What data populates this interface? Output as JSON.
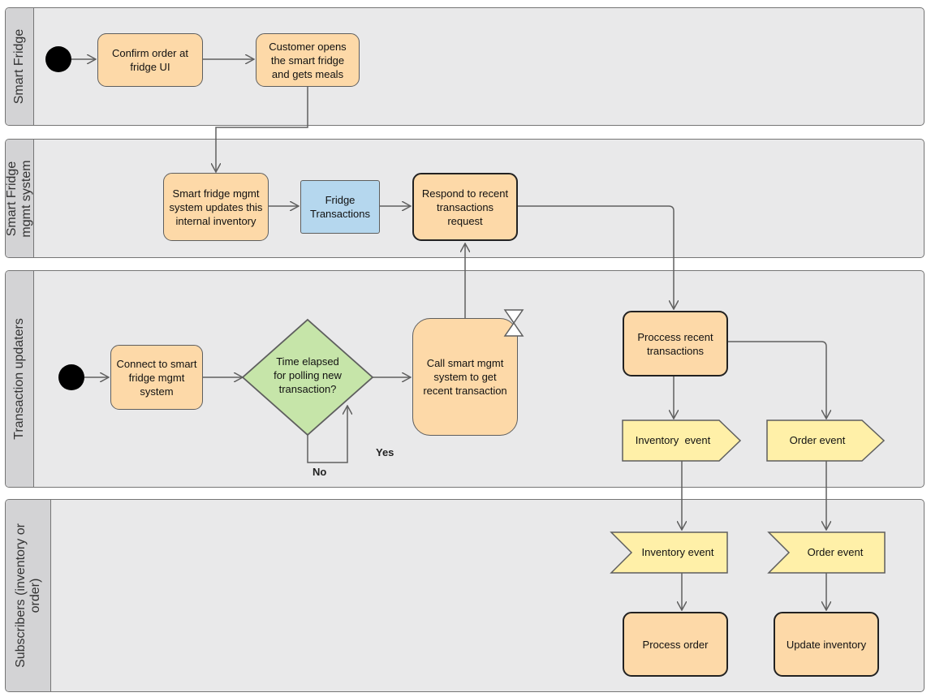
{
  "lanes": [
    {
      "id": "smart-fridge",
      "label": "Smart Fridge"
    },
    {
      "id": "mgmt-system",
      "label_lines": [
        "Smart Fridge",
        "mgmt system"
      ]
    },
    {
      "id": "transaction-updaters",
      "label": "Transaction updaters"
    },
    {
      "id": "subscribers",
      "label_lines": [
        "Subscribers (inventory or",
        "order)"
      ]
    }
  ],
  "nodes": {
    "confirm_order": "Confirm order at fridge UI",
    "customer_opens": "Customer opens the smart fridge and gets meals",
    "mgmt_updates": "Smart fridge mgmt system updates this internal inventory",
    "fridge_transactions": "Fridge Transactions",
    "respond_request": "Respond to recent transactions request",
    "connect": "Connect to smart fridge mgmt system",
    "decision": [
      "Time elapsed",
      "for polling new",
      "transaction?"
    ],
    "call_system": "Call smart mgmt system to get recent transaction",
    "process_recent": "Proccess recent transactions",
    "send_inventory": "Inventory  event",
    "send_order": "Order event",
    "recv_inventory": "Inventory event",
    "recv_order": "Order event",
    "process_order": "Process order",
    "update_inventory": "Update inventory"
  },
  "labels": {
    "no": "No",
    "yes": "Yes"
  },
  "colors": {
    "lane_body": "#e9e9ea",
    "lane_header": "#d3d3d5",
    "activity": "#fdd9a8",
    "object": "#b5d7ee",
    "decision": "#c6e5a9",
    "event": "#fff0a8"
  }
}
